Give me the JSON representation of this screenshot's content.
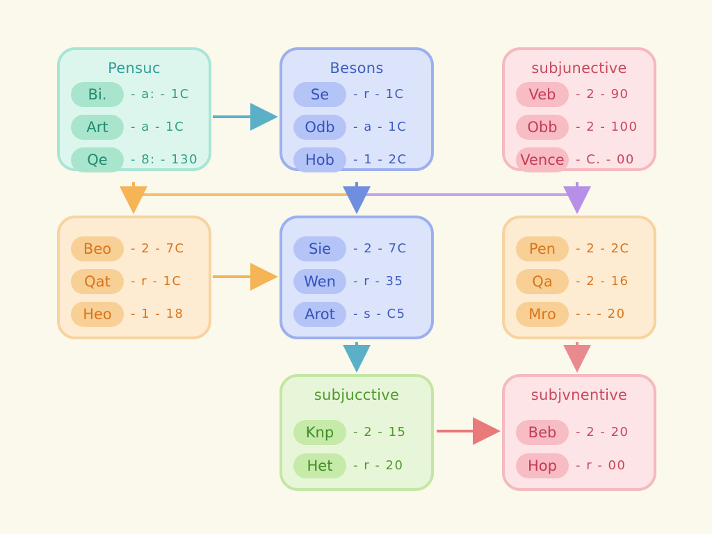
{
  "colors": {
    "background": "#fbf8ec",
    "teal": "#a9e5d4",
    "blue": "#9cb0ef",
    "pink": "#f5b9bf",
    "orange": "#f7d3a0",
    "green": "#c3e6a5",
    "arrow_teal": "#5bb0c8",
    "arrow_blue": "#6f8ee0",
    "arrow_orange": "#f5b455",
    "arrow_purple": "#b690e6",
    "arrow_pink": "#e98a8f",
    "arrow_red": "#e97a7a"
  },
  "nodes": [
    {
      "id": "node-0",
      "theme": "teal",
      "title": "Pensuc",
      "rows": [
        {
          "pill": "Bi.",
          "value": "- a: - 1C"
        },
        {
          "pill": "Art",
          "value": "- a - 1C"
        },
        {
          "pill": "Qe",
          "value": "- 8: - 130"
        }
      ]
    },
    {
      "id": "node-1",
      "theme": "blue",
      "title": "Besons",
      "rows": [
        {
          "pill": "Se",
          "value": "- r - 1C"
        },
        {
          "pill": "Odb",
          "value": "- a - 1C"
        },
        {
          "pill": "Hob",
          "value": "- 1 - 2C"
        }
      ]
    },
    {
      "id": "node-2",
      "theme": "pink",
      "title": "subjunective",
      "rows": [
        {
          "pill": "Veb",
          "value": "- 2 - 90"
        },
        {
          "pill": "Obb",
          "value": "- 2 - 100"
        },
        {
          "pill": "Vence",
          "value": "- C. - 00"
        }
      ]
    },
    {
      "id": "node-3",
      "theme": "orange",
      "title": "",
      "rows": [
        {
          "pill": "Beo",
          "value": "- 2 - 7C"
        },
        {
          "pill": "Qat",
          "value": "- r - 1C"
        },
        {
          "pill": "Heo",
          "value": "- 1 - 18"
        }
      ]
    },
    {
      "id": "node-4",
      "theme": "blue",
      "title": "",
      "rows": [
        {
          "pill": "Sie",
          "value": "- 2 - 7C"
        },
        {
          "pill": "Wen",
          "value": "- r - 35"
        },
        {
          "pill": "Arot",
          "value": "- s - C5"
        }
      ]
    },
    {
      "id": "node-5",
      "theme": "orange",
      "title": "",
      "rows": [
        {
          "pill": "Pen",
          "value": "- 2 - 2C"
        },
        {
          "pill": "Qa",
          "value": "- 2 - 16"
        },
        {
          "pill": "Mrо",
          "value": "- - - 20"
        }
      ]
    },
    {
      "id": "node-6",
      "theme": "green",
      "title": "subjucctive",
      "rows": [
        {
          "pill": "Knp",
          "value": "- 2 - 15"
        },
        {
          "pill": "Het",
          "value": "- r - 20"
        }
      ]
    },
    {
      "id": "node-7",
      "theme": "pink",
      "title": "subjvnentive",
      "rows": [
        {
          "pill": "Beb",
          "value": "- 2 - 20"
        },
        {
          "pill": "Hop",
          "value": "- r - 00"
        }
      ]
    }
  ],
  "edges": [
    {
      "from": "node-0",
      "to": "node-1",
      "color": "arrow_teal"
    },
    {
      "from": "node-0",
      "to": "node-3",
      "color": "arrow_orange"
    },
    {
      "from": "node-1",
      "to": "node-4",
      "color": "arrow_blue"
    },
    {
      "from": "node-2",
      "to": "node-5",
      "color": "arrow_purple"
    },
    {
      "from": "node-3",
      "to": "node-4",
      "color": "arrow_orange"
    },
    {
      "from": "node-4",
      "to": "node-6",
      "color": "arrow_teal"
    },
    {
      "from": "node-5",
      "to": "node-7",
      "color": "arrow_pink"
    },
    {
      "from": "node-6",
      "to": "node-7",
      "color": "arrow_red"
    }
  ]
}
